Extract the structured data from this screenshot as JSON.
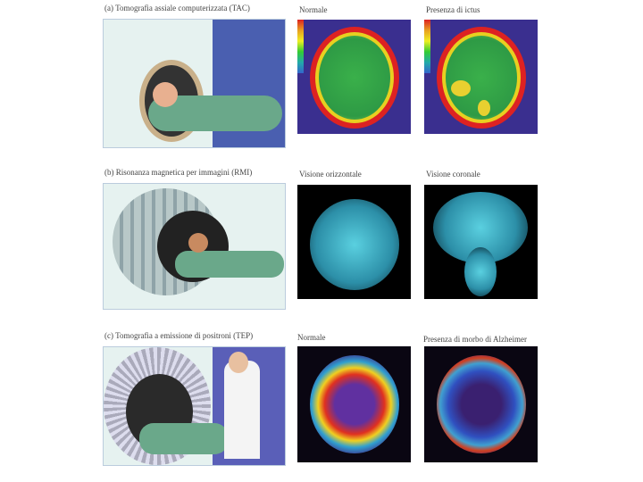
{
  "rows": [
    {
      "title": "(a)   Tomografia assiale computerizzata (TAC)",
      "left_label": "Normale",
      "right_label": "Presenza di ictus"
    },
    {
      "title": "(b)   Risonanza magnetica per immagini (RMI)",
      "left_label": "Visione orizzontale",
      "right_label": "Visione coronale"
    },
    {
      "title": "(c)   Tomografia a emissione di positroni (TEP)",
      "left_label": "Normale",
      "right_label": "Presenza di morbo di Alzheimer"
    }
  ],
  "colors": {
    "ct_bg": "#3a2f8f",
    "mri_bg": "#000000",
    "pet_bg": "#0a0612"
  }
}
